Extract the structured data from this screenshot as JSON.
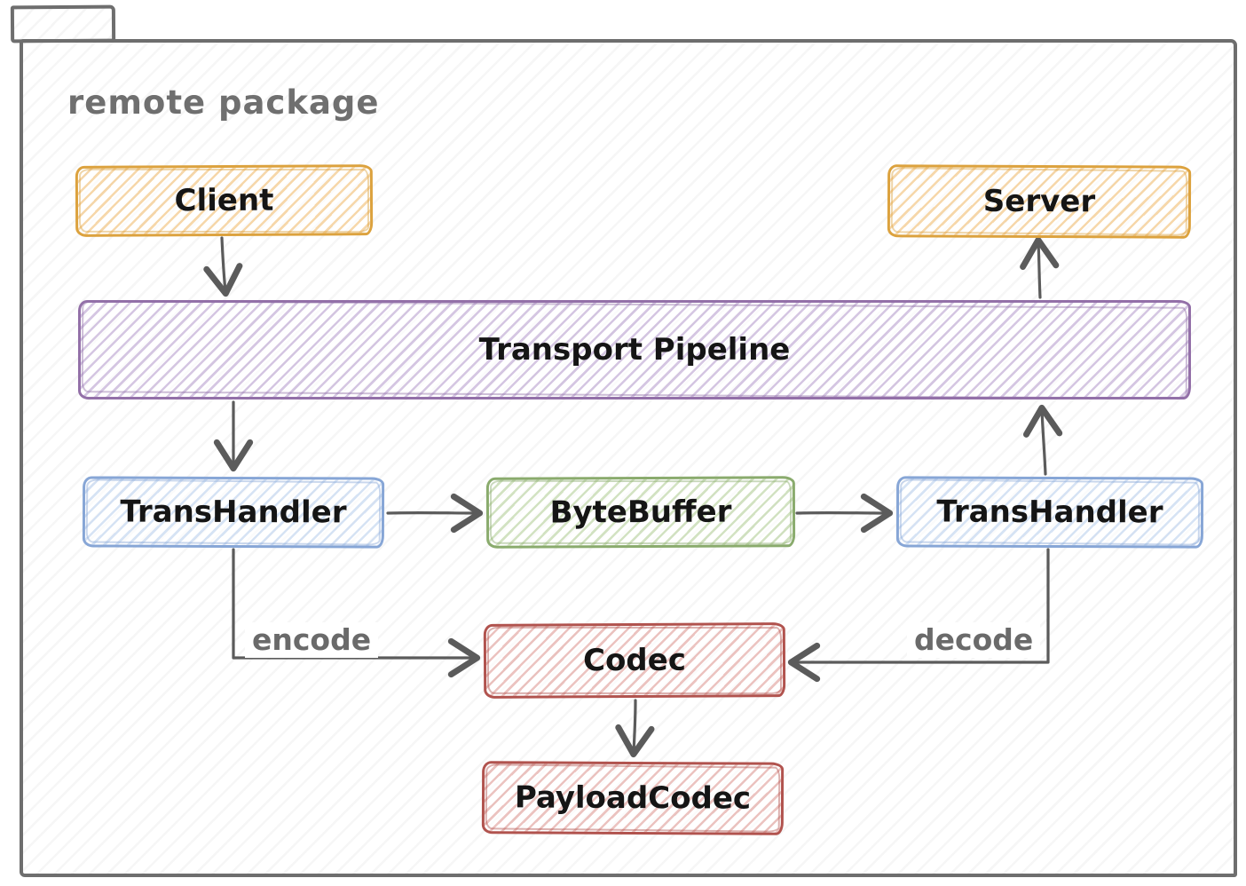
{
  "package": {
    "title": "remote package"
  },
  "nodes": {
    "client": {
      "label": "Client",
      "color": "#dca23e"
    },
    "server": {
      "label": "Server",
      "color": "#dca23e"
    },
    "pipeline": {
      "label": "Transport Pipeline",
      "color": "#9370a8"
    },
    "transhandler_left": {
      "label": "TransHandler",
      "color": "#87a6d6"
    },
    "bytebuffer": {
      "label": "ByteBuffer",
      "color": "#8aab6d"
    },
    "transhandler_right": {
      "label": "TransHandler",
      "color": "#87a6d6"
    },
    "codec": {
      "label": "Codec",
      "color": "#b1534e"
    },
    "payloadcodec": {
      "label": "PayloadCodec",
      "color": "#b1534e"
    }
  },
  "edges": [
    {
      "from": "Client",
      "to": "Transport Pipeline",
      "label": ""
    },
    {
      "from": "Transport Pipeline",
      "to": "TransHandler (left)",
      "label": ""
    },
    {
      "from": "TransHandler (left)",
      "to": "ByteBuffer",
      "label": ""
    },
    {
      "from": "ByteBuffer",
      "to": "TransHandler (right)",
      "label": ""
    },
    {
      "from": "TransHandler (right)",
      "to": "Transport Pipeline",
      "label": ""
    },
    {
      "from": "Transport Pipeline",
      "to": "Server",
      "label": ""
    },
    {
      "from": "TransHandler (left)",
      "to": "Codec",
      "label": "encode"
    },
    {
      "from": "TransHandler (right)",
      "to": "Codec",
      "label": "decode"
    },
    {
      "from": "Codec",
      "to": "PayloadCodec",
      "label": ""
    }
  ],
  "colors": {
    "package_border": "#6e6e6e",
    "arrow": "#5b5b5b",
    "title_text": "#6f6f6f",
    "edge_label_text": "#6a6a6a",
    "node_text": "#151515"
  }
}
